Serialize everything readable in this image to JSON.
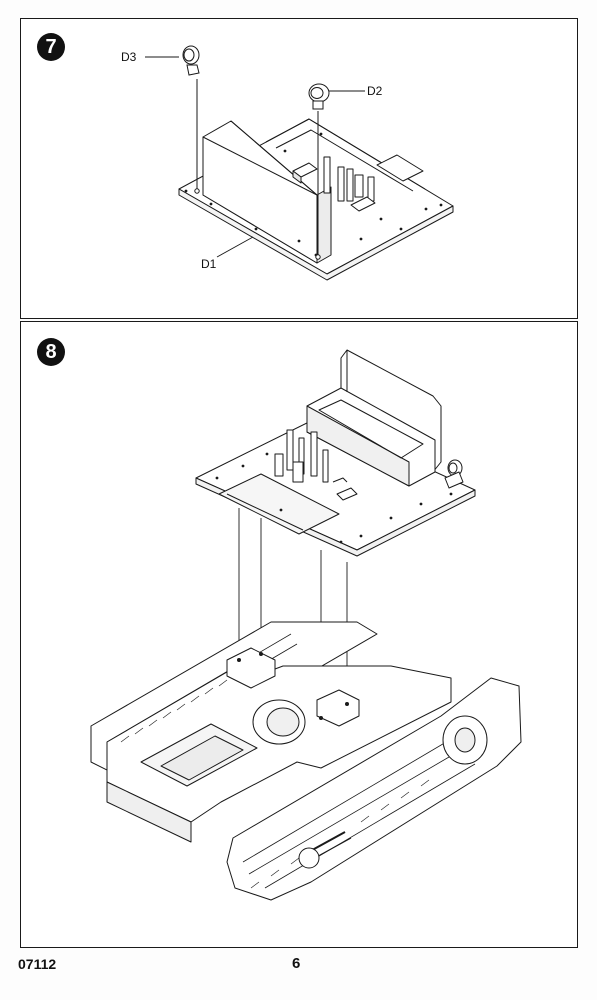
{
  "steps": [
    {
      "number": "7",
      "parts": {
        "d3": "D3",
        "d2": "D2",
        "d1": "D1"
      }
    },
    {
      "number": "8"
    }
  ],
  "footer": {
    "kit_code": "07112",
    "page_number": "6"
  },
  "colors": {
    "line": "#1a1a1a",
    "badge": "#111111",
    "paper": "#ffffff"
  }
}
